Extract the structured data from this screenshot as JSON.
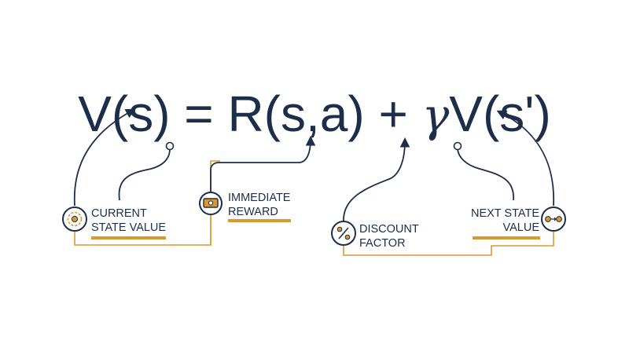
{
  "equation": {
    "lhs": "V(s)",
    "equals": "=",
    "reward": "R(s,a)",
    "plus": "+",
    "gamma": "γ",
    "next_value": "V(s')"
  },
  "components": [
    {
      "line1": "CURRENT",
      "line2": "STATE VALUE",
      "icon": "target-icon"
    },
    {
      "line1": "IMMEDIATE",
      "line2": "REWARD",
      "icon": "cash-icon"
    },
    {
      "line1": "DISCOUNT",
      "line2": "FACTOR",
      "icon": "percent-icon"
    },
    {
      "line1": "NEXT STATE",
      "line2": "VALUE",
      "icon": "transition-icon"
    }
  ],
  "colors": {
    "ink": "#1c2e4a",
    "accent": "#d99a2b"
  }
}
